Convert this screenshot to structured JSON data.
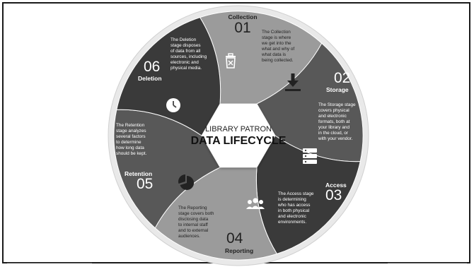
{
  "center": {
    "line1": "LIBRARY PATRON",
    "line2": "DATA LIFECYCLE"
  },
  "stages": [
    {
      "number": "01",
      "name": "Collection",
      "icon": "download-icon",
      "description": [
        "The Collection",
        "stage is where",
        "we get into the",
        "what and why of",
        "what data is",
        "being collected."
      ]
    },
    {
      "number": "02",
      "name": "Storage",
      "icon": "server-icon",
      "description": [
        "The Storage stage",
        "covers physical",
        "and electronic",
        "formats, both at",
        "your library and",
        "in the cloud, or",
        "with your vendor."
      ]
    },
    {
      "number": "03",
      "name": "Access",
      "icon": "users-icon",
      "description": [
        "The Access stage",
        "is determining",
        "who has access",
        "in both physical",
        "and electronic",
        "environments."
      ]
    },
    {
      "number": "04",
      "name": "Reporting",
      "icon": "pie-chart-icon",
      "description": [
        "The Reporting",
        "stage covers both",
        "disclosing data",
        "to internal staff",
        "and to external",
        "audiences."
      ]
    },
    {
      "number": "05",
      "name": "Retention",
      "icon": "clock-icon",
      "description": [
        "The Retention",
        "stage analyzes",
        "several factors",
        "to determine",
        "how long data",
        "should be kept."
      ]
    },
    {
      "number": "06",
      "name": "Deletion",
      "icon": "trash-icon",
      "description": [
        "The Deletion",
        "stage disposes",
        "of data from all",
        "sources, including",
        "electronic and",
        "physical media."
      ]
    }
  ],
  "colors": {
    "segment_dark": "#3a3a3a",
    "segment_mid": "#585858",
    "segment_light": "#9b9b9b",
    "rim": "#e6e6e6",
    "center": "#ffffff"
  }
}
